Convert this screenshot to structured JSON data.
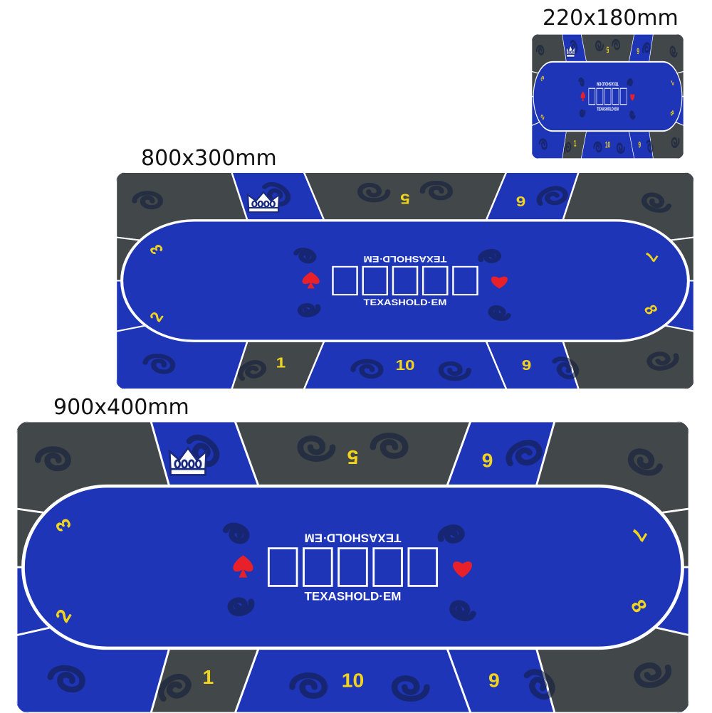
{
  "colors": {
    "felt_blue": "#1f35b8",
    "felt_gray": "#42484a",
    "swirl_dark": "#111a3a",
    "line_white": "#ffffff",
    "number_yellow": "#f3d41c",
    "heart_red": "#e8202a"
  },
  "icons": [
    "crown-icon",
    "spade-icon",
    "heart-icon",
    "swirl-pattern"
  ],
  "mats": [
    {
      "size_label": "220x180mm",
      "center_text_top": "TEXASHOLD·EM",
      "center_text_bottom": "TEXASHOLD·EM",
      "card_slots": 5,
      "seats": [
        "1",
        "2",
        "3",
        "5",
        "6",
        "7",
        "8",
        "9",
        "10"
      ]
    },
    {
      "size_label": "800x300mm",
      "center_text_top": "TEXASHOLD·EM",
      "center_text_bottom": "TEXASHOLD·EM",
      "card_slots": 5,
      "seats": [
        "1",
        "2",
        "3",
        "5",
        "6",
        "7",
        "8",
        "9",
        "10"
      ]
    },
    {
      "size_label": "900x400mm",
      "center_text_top": "TEXASHOLD·EM",
      "center_text_bottom": "TEXASHOLD·EM",
      "card_slots": 5,
      "seats": [
        "1",
        "2",
        "3",
        "5",
        "6",
        "7",
        "8",
        "9",
        "10"
      ]
    }
  ]
}
